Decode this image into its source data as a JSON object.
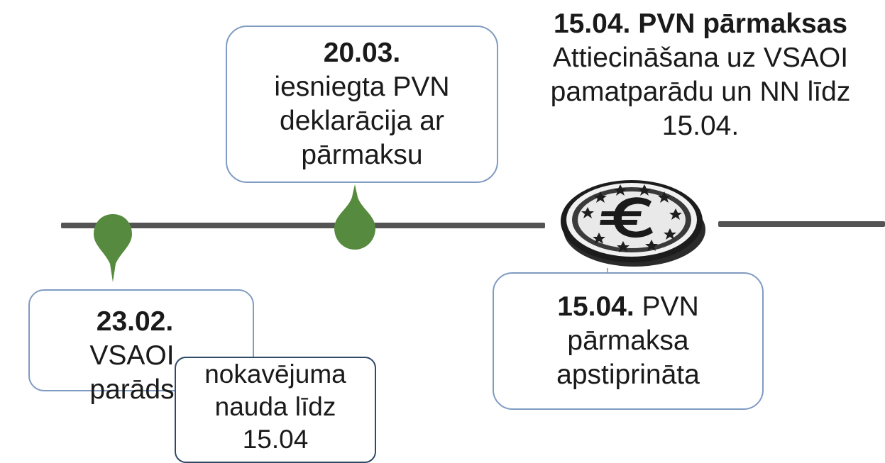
{
  "events": {
    "feb": {
      "date": "23.02.",
      "text": "VSAOI parāds"
    },
    "penalty": {
      "line1": "nokavējuma",
      "line2": "nauda līdz",
      "line3": "15.04"
    },
    "march": {
      "date": "20.03.",
      "line1": "iesniegta PVN",
      "line2": "deklarācija ar",
      "line3": "pārmaksu"
    },
    "approved": {
      "date": "15.04.",
      "line1_rest": " PVN",
      "line2": "pārmaksa",
      "line3": "apstiprināta"
    },
    "top_note": {
      "title": "15.04. PVN pārmaksas",
      "line1": "Attiecināšana uz VSAOI",
      "line2": "pamatparādu un NN līdz",
      "line3": "15.04."
    }
  },
  "colors": {
    "line": "#545454",
    "pin": "#568a3e",
    "box_border": "#7f9bc2",
    "penalty_border": "#2f4a66"
  },
  "icons": {
    "coin": "euro-coin-icon"
  }
}
